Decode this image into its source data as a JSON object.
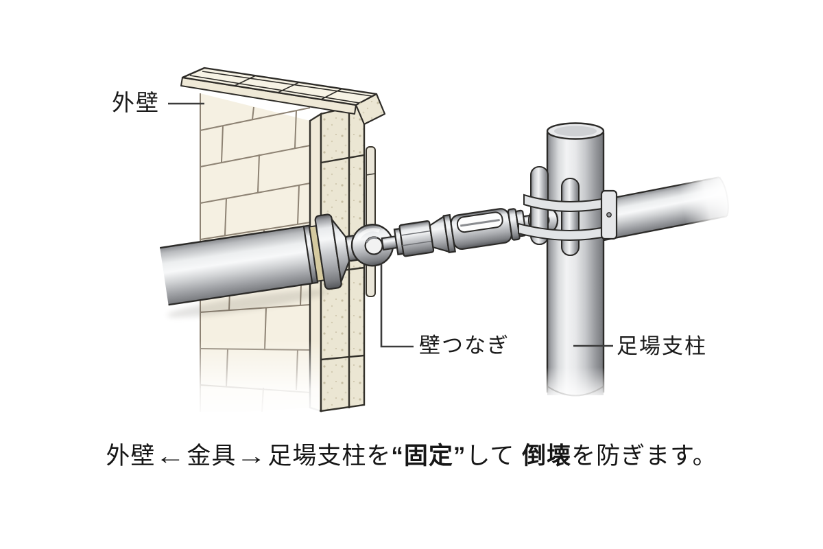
{
  "labels": {
    "exterior_wall": "外壁",
    "wall_tie": "壁つなぎ",
    "scaffold_post": "足場支柱"
  },
  "caption": {
    "segment_wall": "外壁",
    "arrow_left": "←",
    "segment_bracket": "金具",
    "arrow_right": "→",
    "segment_post": "足場支柱を",
    "quote_open": "“",
    "emphasis_fix": "固定",
    "quote_close": "”",
    "segment_shite": "して ",
    "emphasis_collapse": "倒壊",
    "segment_end": "を防ぎます。"
  },
  "illustration": {
    "components": [
      "exterior-wall",
      "wall-anchor-plate",
      "wall-tie-assembly",
      "turnbuckle",
      "clamp",
      "scaffold-post",
      "horizontal-pipe"
    ],
    "colors": {
      "background": "#ffffff",
      "outline": "#2d2b27",
      "brick_face": "#f5f0e2",
      "brick_mortar": "#8d8273",
      "brick_side": "#ebe6d3",
      "speckle": "#c6bea2",
      "metal_light": "#f5f6f7",
      "metal_mid": "#c3c5c9",
      "metal_dark": "#7d7f83",
      "tan_band": "#d5caa0",
      "text": "#161616"
    }
  }
}
